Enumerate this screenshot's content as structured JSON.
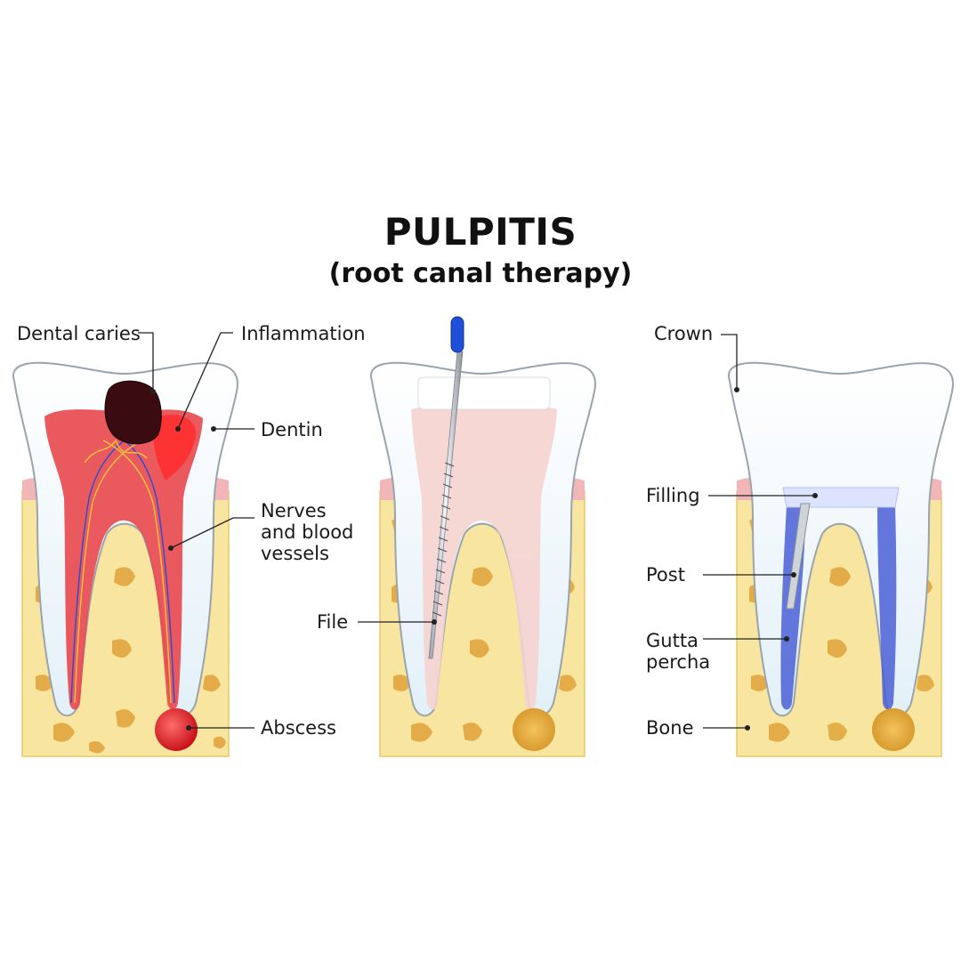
{
  "title": "PULPITIS",
  "subtitle": "(root canal therapy)",
  "panels": [
    {
      "id": "diseased-tooth",
      "labels": {
        "dental_caries": "Dental caries",
        "inflammation": "Inflammation",
        "dentin": "Dentin",
        "nerves_line1": "Nerves",
        "nerves_line2": "and blood",
        "nerves_line3": "vessels",
        "abscess": "Abscess"
      }
    },
    {
      "id": "treatment-tooth",
      "labels": {
        "file": "File"
      }
    },
    {
      "id": "restored-tooth",
      "labels": {
        "crown": "Crown",
        "filling": "Filling",
        "post": "Post",
        "gutta_line1": "Gutta",
        "gutta_line2": "percha",
        "bone": "Bone"
      }
    }
  ],
  "colors": {
    "bone": "#f8e6a0",
    "bone_pores": "#e3a73a",
    "gum": "#f2b6b8",
    "enamel": "#eef6fb",
    "pulp_inflamed": "#e8474c",
    "pulp_normal": "#f5d3cf",
    "caries": "#3a0c12",
    "abscess": "#e5262c",
    "gutta_percha": "#4a5fd6",
    "file_handle": "#1f4fd8"
  }
}
